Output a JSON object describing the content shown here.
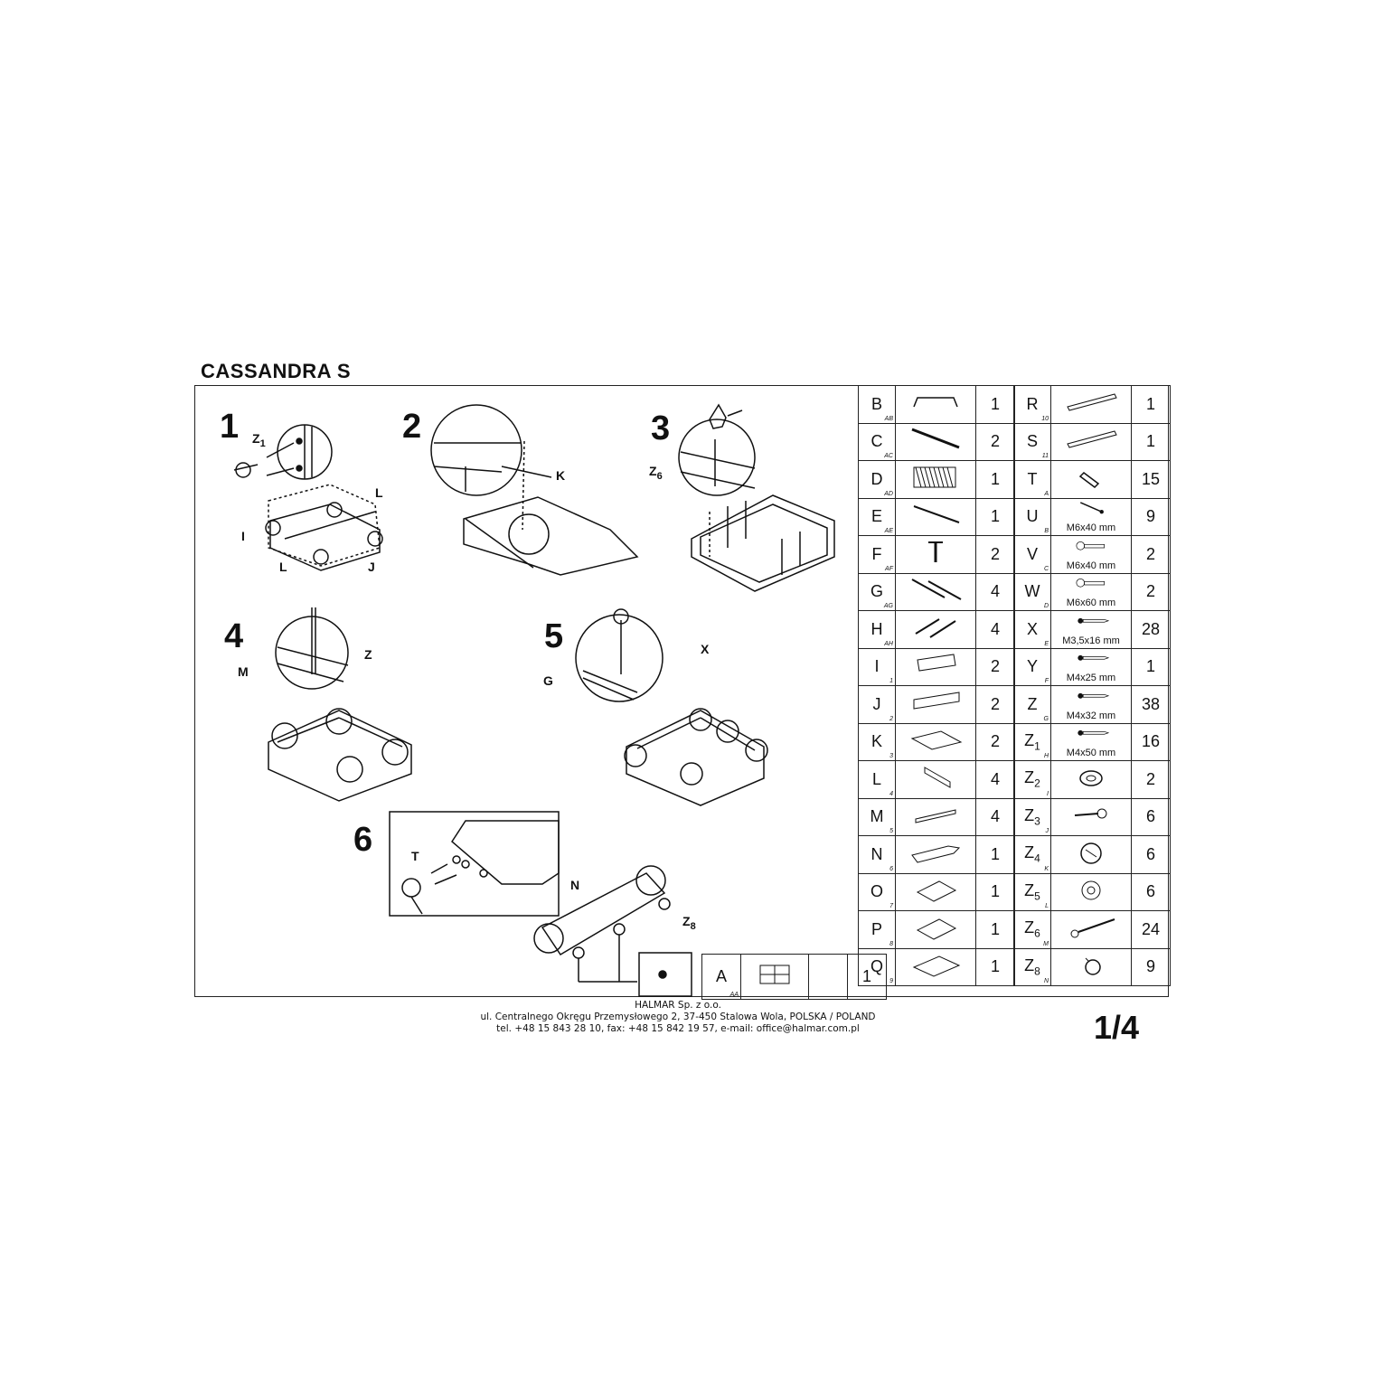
{
  "title": "CASSANDRA S",
  "page": "1/4",
  "footer": {
    "line1": "HALMAR Sp. z o.o.",
    "line2": "ul. Centralnego Okręgu Przemysłowego 2, 37-450 Stalowa Wola, POLSKA / POLAND",
    "line3": "tel. +48 15 843 28 10, fax: +48 15 842 19 57, e-mail: office@halmar.com.pl"
  },
  "steps": [
    "1",
    "2",
    "3",
    "4",
    "5",
    "6"
  ],
  "callouts": {
    "s1_z": "Z",
    "s1_zsub": "1",
    "s1_l1": "L",
    "s1_i": "I",
    "s1_l2": "L",
    "s1_j": "J",
    "s2_k": "K",
    "s3_z": "Z",
    "s3_zsub": "6",
    "s4_z": "Z",
    "s4_m": "M",
    "s5_x": "X",
    "s5_g": "G",
    "s6_t": "T",
    "s6_n": "N",
    "s6_z": "Z",
    "s6_zsub": "8"
  },
  "part_a": {
    "letter": "A",
    "sub": "AA",
    "qty": "1"
  },
  "parts_left": [
    {
      "letter": "B",
      "sub": "AB",
      "qty": "1",
      "icon": "handle-bar"
    },
    {
      "letter": "C",
      "sub": "AC",
      "qty": "2",
      "icon": "long-rail"
    },
    {
      "letter": "D",
      "sub": "AD",
      "qty": "1",
      "icon": "slat-frame"
    },
    {
      "letter": "E",
      "sub": "AE",
      "qty": "1",
      "icon": "rod"
    },
    {
      "letter": "F",
      "sub": "AF",
      "qty": "2",
      "icon": "leg"
    },
    {
      "letter": "G",
      "sub": "AG",
      "qty": "4",
      "icon": "slide-pair"
    },
    {
      "letter": "H",
      "sub": "AH",
      "qty": "4",
      "icon": "slide-pair-short"
    },
    {
      "letter": "I",
      "sub": "1",
      "qty": "2",
      "icon": "panel-small"
    },
    {
      "letter": "J",
      "sub": "2",
      "qty": "2",
      "icon": "panel-long"
    },
    {
      "letter": "K",
      "sub": "3",
      "qty": "2",
      "icon": "board-flat"
    },
    {
      "letter": "L",
      "sub": "4",
      "qty": "4",
      "icon": "side-panel"
    },
    {
      "letter": "M",
      "sub": "5",
      "qty": "4",
      "icon": "strip"
    },
    {
      "letter": "N",
      "sub": "6",
      "qty": "1",
      "icon": "plate-long"
    },
    {
      "letter": "O",
      "sub": "7",
      "qty": "1",
      "icon": "plate-small"
    },
    {
      "letter": "P",
      "sub": "8",
      "qty": "1",
      "icon": "plate-small"
    },
    {
      "letter": "Q",
      "sub": "9",
      "qty": "1",
      "icon": "plate-medium"
    }
  ],
  "parts_right": [
    {
      "letter": "R",
      "sub": "10",
      "qty": "1",
      "icon": "long-board",
      "size": ""
    },
    {
      "letter": "S",
      "sub": "11",
      "qty": "1",
      "icon": "long-board",
      "size": ""
    },
    {
      "letter": "T",
      "sub": "A",
      "qty": "15",
      "icon": "dowel",
      "size": ""
    },
    {
      "letter": "U",
      "sub": "B",
      "qty": "9",
      "icon": "bolt",
      "size": "M6x40 mm"
    },
    {
      "letter": "V",
      "sub": "C",
      "qty": "2",
      "icon": "bolt-head",
      "size": "M6x40 mm"
    },
    {
      "letter": "W",
      "sub": "D",
      "qty": "2",
      "icon": "bolt-head",
      "size": "M6x60 mm"
    },
    {
      "letter": "X",
      "sub": "E",
      "qty": "28",
      "icon": "screw",
      "size": "M3,5x16 mm"
    },
    {
      "letter": "Y",
      "sub": "F",
      "qty": "1",
      "icon": "screw",
      "size": "M4x25 mm"
    },
    {
      "letter": "Z",
      "sub": "G",
      "qty": "38",
      "icon": "screw",
      "size": "M4x32 mm"
    },
    {
      "letter": "Z",
      "zsub": "1",
      "sub": "H",
      "qty": "16",
      "icon": "screw",
      "size": "M4x50 mm"
    },
    {
      "letter": "Z",
      "zsub": "2",
      "sub": "I",
      "qty": "2",
      "icon": "washer",
      "size": ""
    },
    {
      "letter": "Z",
      "zsub": "3",
      "sub": "J",
      "qty": "6",
      "icon": "cam-bolt",
      "size": ""
    },
    {
      "letter": "Z",
      "zsub": "4",
      "sub": "K",
      "qty": "6",
      "icon": "cam-lock",
      "size": ""
    },
    {
      "letter": "Z",
      "zsub": "5",
      "sub": "L",
      "qty": "6",
      "icon": "cover-cap",
      "size": ""
    },
    {
      "letter": "Z",
      "zsub": "6",
      "sub": "M",
      "qty": "24",
      "icon": "nail",
      "size": ""
    },
    {
      "letter": "Z",
      "zsub": "8",
      "sub": "N",
      "qty": "9",
      "icon": "glide",
      "size": ""
    }
  ]
}
